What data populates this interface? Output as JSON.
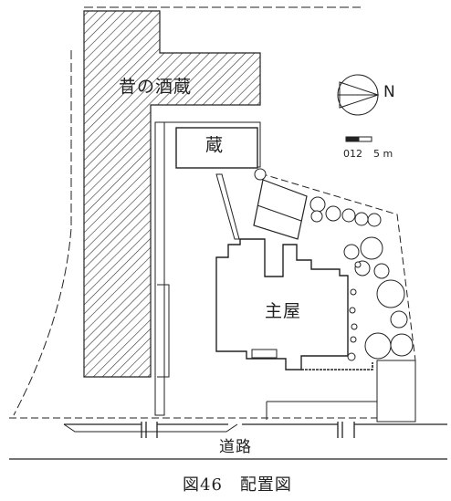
{
  "labels": {
    "old_sakagura": "昔の酒蔵",
    "kura": "蔵",
    "omoya": "主屋",
    "road": "道路",
    "caption": "図46　配置図"
  },
  "compass": {
    "north": "N"
  },
  "scale": {
    "start": "012",
    "end": "5 m"
  },
  "colors": {
    "line": "#222222",
    "hatch": "#333333",
    "background": "#ffffff"
  },
  "icons": [
    "north-arrow-icon",
    "scale-bar-icon",
    "tree-icon"
  ]
}
